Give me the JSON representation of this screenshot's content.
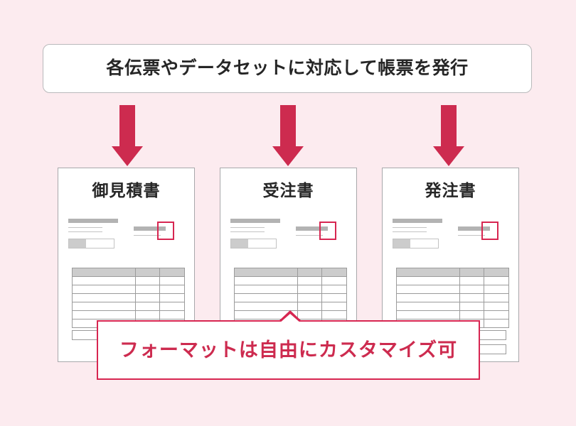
{
  "background_color": "#fcebef",
  "accent_color": "#cd2b4f",
  "callout_border_color": "#d72651",
  "header": {
    "title": "各伝票やデータセットに対応して帳票を発行"
  },
  "arrows": [
    {
      "name": "arrow-down-1"
    },
    {
      "name": "arrow-down-2"
    },
    {
      "name": "arrow-down-3"
    }
  ],
  "documents": [
    {
      "title": "御見積書"
    },
    {
      "title": "受注書"
    },
    {
      "title": "発注書"
    }
  ],
  "callout": {
    "text": "フォーマットは自由にカスタマイズ可"
  }
}
